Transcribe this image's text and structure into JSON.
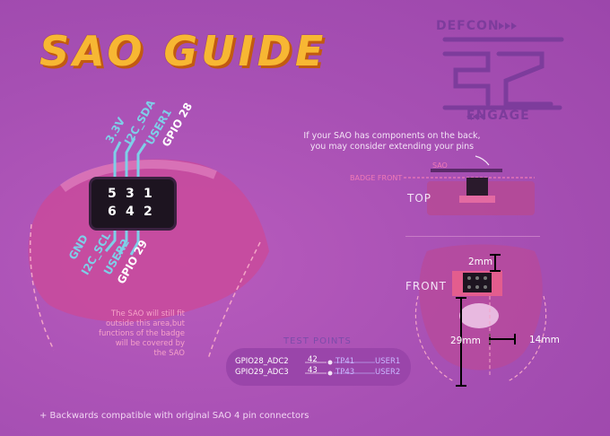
{
  "title": "SAO GUIDE",
  "logo": {
    "top_text": "DEFCON",
    "bottom_text": "ENGAGE"
  },
  "pins_top": [
    {
      "label": "3.3V",
      "pin": "5"
    },
    {
      "label": "I2C_SDA",
      "pin": "3"
    },
    {
      "label": "USER1",
      "pin": "1"
    },
    {
      "label": "GPIO 28",
      "pin": ""
    }
  ],
  "pins_bottom": [
    {
      "label": "GND",
      "pin": "6"
    },
    {
      "label": "I2C_SCL",
      "pin": "4"
    },
    {
      "label": "USER2",
      "pin": "2"
    },
    {
      "label": "GPIO 29",
      "pin": ""
    }
  ],
  "header_pins": {
    "row1": [
      "5",
      "3",
      "1"
    ],
    "row2": [
      "6",
      "4",
      "2"
    ]
  },
  "area_note": [
    "The SAO will still fit",
    "outside this area,but",
    "functions of the badge",
    "will be covered by",
    "the SAO"
  ],
  "extend_note": [
    "If your SAO has components on the back,",
    "you may consider extending your pins"
  ],
  "top_view": {
    "label": "TOP",
    "sao_label": "SAO",
    "badge_front_label": "BADGE FRONT"
  },
  "front_view": {
    "label": "FRONT",
    "dim_2mm": "2mm",
    "dim_29mm": "29mm",
    "dim_14mm": "14mm"
  },
  "test_points": {
    "title": "TEST POINTS",
    "rows": [
      {
        "signal": "GPIO28_ADC2",
        "pin": "42",
        "tp": "TP41",
        "user": "USER1"
      },
      {
        "signal": "GPIO29_ADC3",
        "pin": "43",
        "tp": "TP43",
        "user": "USER2"
      }
    ]
  },
  "footer": "+ Backwards compatible with original SAO 4 pin connectors",
  "colors": {
    "title": "#f7b733",
    "pin_label": "#7ecfe8",
    "background": "#a84fb5"
  }
}
